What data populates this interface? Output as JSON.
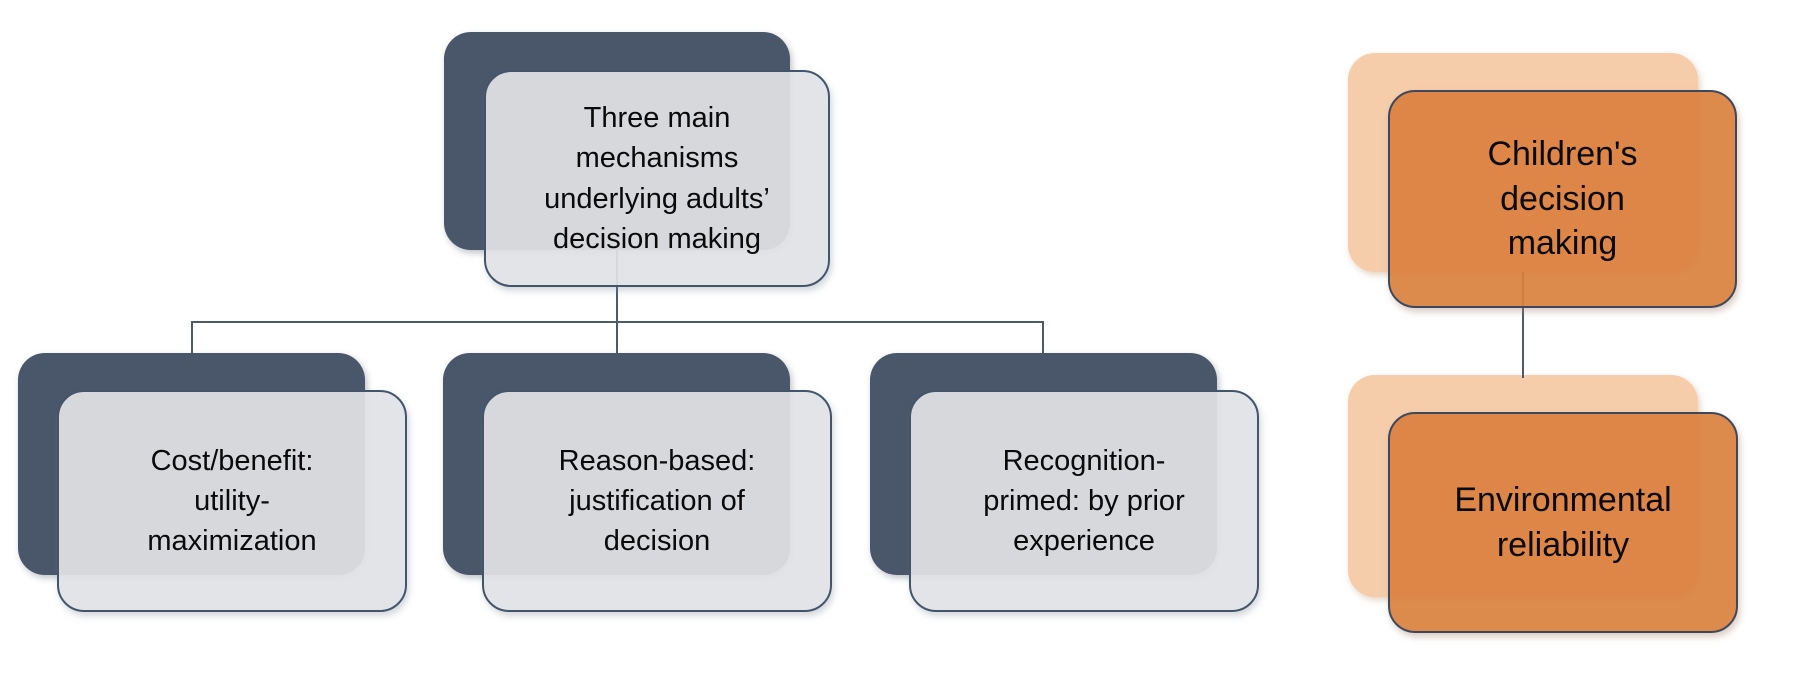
{
  "colors": {
    "navy": "#4A5669",
    "gray_face": "#E2E3E6",
    "peach": "#F5CDAB",
    "orange_face": "#DA803E",
    "border_navy": "#44546A",
    "border_dark": "#3D485C",
    "connector": "#4D5A6E",
    "text": "#0A0A0A"
  },
  "diagram": {
    "adults": {
      "root": {
        "label": "Three main\nmechanisms\nunderlying adults’\ndecision making"
      },
      "children": [
        {
          "label": "Cost/benefit:\nutility-\nmaximization"
        },
        {
          "label": "Reason-based:\njustification of\ndecision"
        },
        {
          "label": "Recognition-\nprimed: by prior\nexperience"
        }
      ]
    },
    "children_side": {
      "root": {
        "label": "Children's\ndecision\nmaking"
      },
      "child": {
        "label": "Environmental\nreliability"
      }
    }
  }
}
